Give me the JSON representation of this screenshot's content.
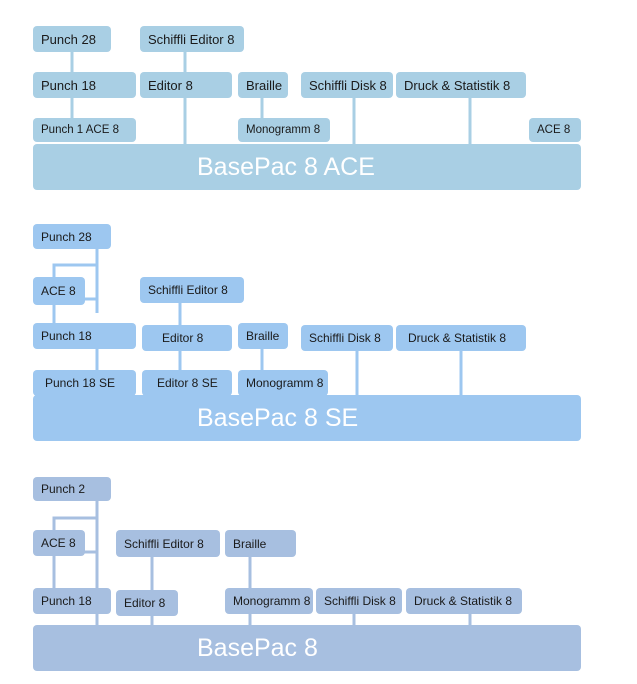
{
  "diagrams": [
    {
      "base": "BasePac 8 ACE",
      "modules": {
        "punch28": "Punch 28",
        "schiffli_editor": "Schiffli Editor 8",
        "punch18": "Punch  18",
        "editor": "Editor  8",
        "braille": "Braille",
        "schiffli_disk": "Schiffli Disk 8",
        "druck": "Druck & Statistik 8",
        "punch1_ace": "Punch 1 ACE 8",
        "monogramm": "Monogramm 8",
        "ace": "ACE 8"
      }
    },
    {
      "base": "BasePac 8 SE",
      "modules": {
        "punch28": "Punch 28",
        "ace": "ACE 8",
        "schiffli_editor": "Schiffli Editor 8",
        "punch18": "Punch 18",
        "editor": "Editor 8",
        "braille": "Braille",
        "schiffli_disk": "Schiffli Disk 8",
        "druck": "Druck & Statistik 8",
        "punch18_se": "Punch 18 SE",
        "editor_se": "Editor 8 SE",
        "monogramm": "Monogramm 8"
      }
    },
    {
      "base": "BasePac 8",
      "modules": {
        "punch2": "Punch 2",
        "ace": "ACE 8",
        "schiffli_editor": "Schiffli Editor 8",
        "braille": "Braille",
        "punch18": "Punch 18",
        "editor": "Editor 8",
        "monogramm": "Monogramm 8",
        "schiffli_disk": "Schiffli Disk 8",
        "druck": "Druck & Statistik 8"
      }
    }
  ]
}
